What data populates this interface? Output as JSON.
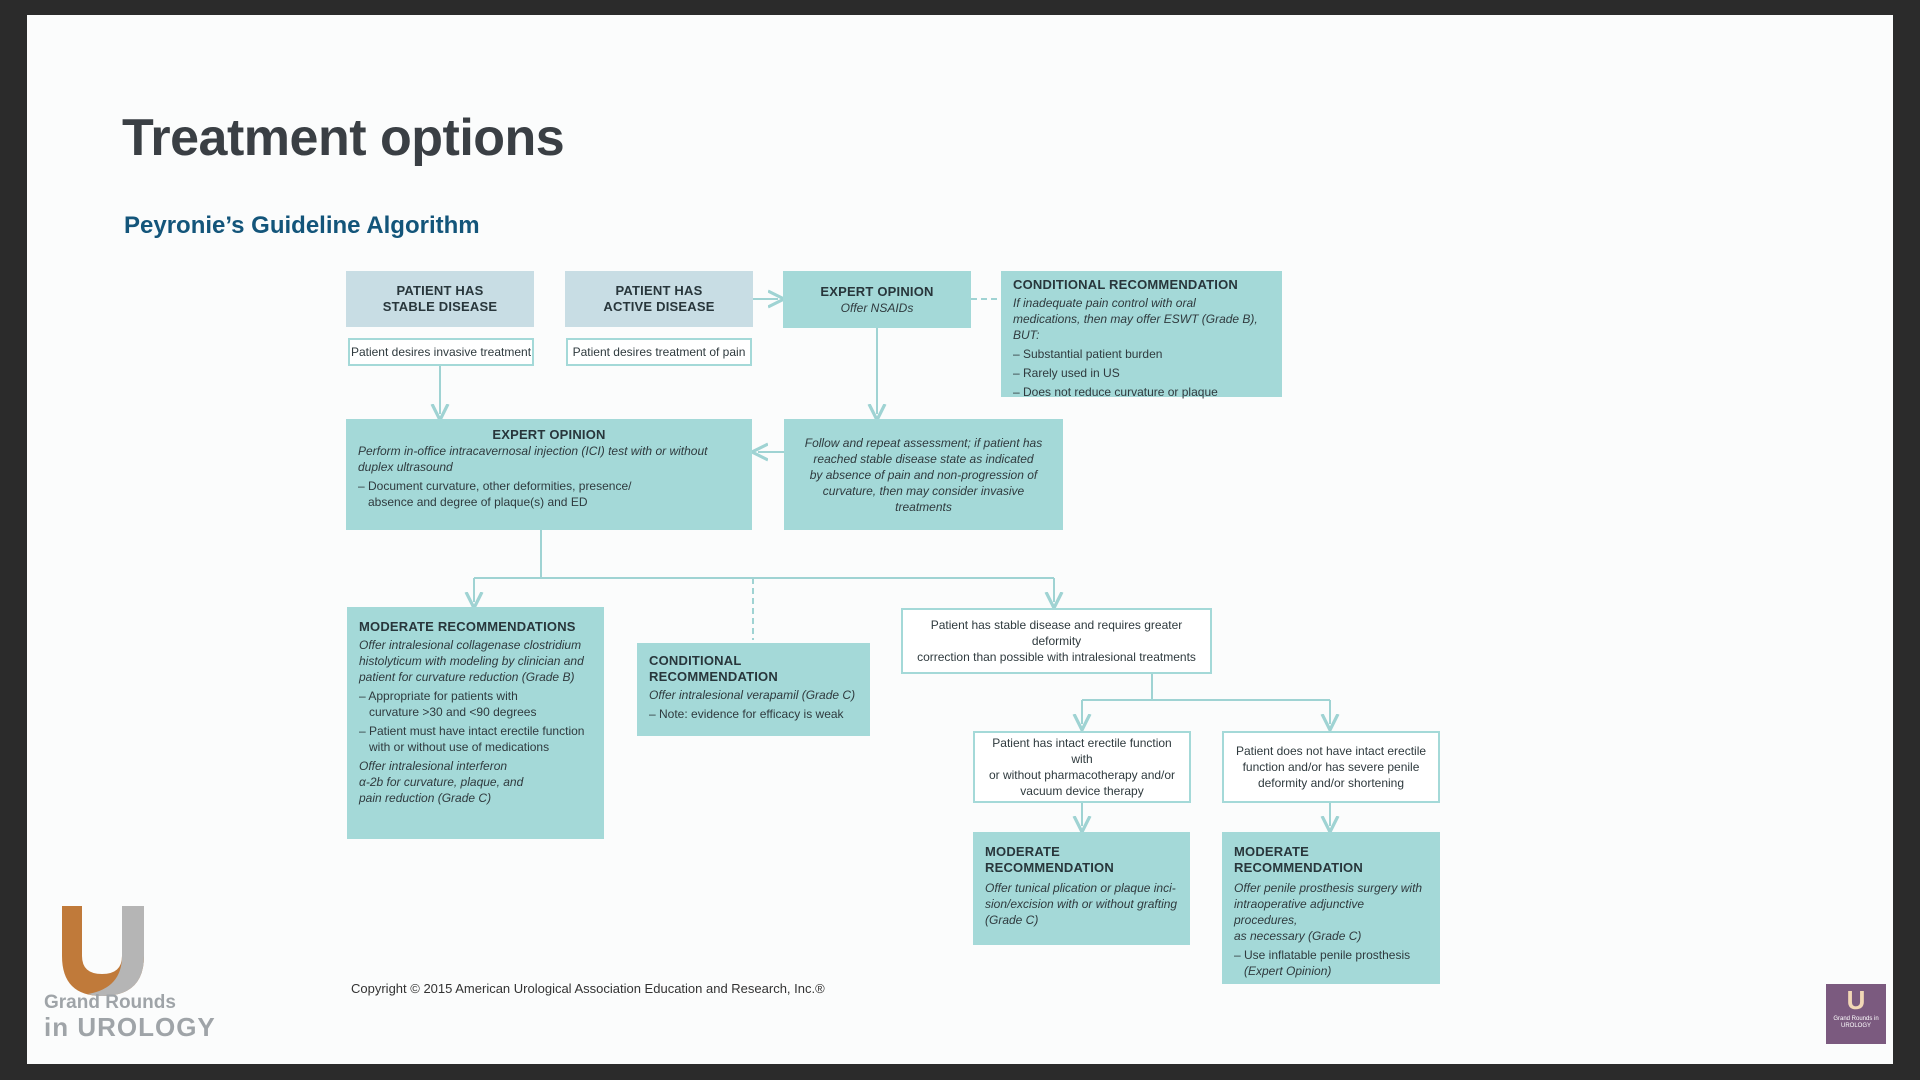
{
  "slide": {
    "title": "Treatment options",
    "subtitle": "Peyronie’s Guideline Algorithm",
    "copyright": "Copyright © 2015 American Urological Association Education and Research, Inc.®"
  },
  "nodes": {
    "stable": {
      "header": "PATIENT HAS\nSTABLE DISEASE",
      "sub": "Patient desires invasive treatment"
    },
    "active": {
      "header": "PATIENT HAS\nACTIVE DISEASE",
      "sub": "Patient desires treatment of pain"
    },
    "expert_nsaid": {
      "header": "EXPERT OPINION",
      "text": "Offer NSAIDs"
    },
    "cond_eswt": {
      "header": "CONDITIONAL RECOMMENDATION",
      "text": "If inadequate pain control with oral\nmedications, then may offer ESWT (Grade B), BUT:",
      "bullets": [
        "– Substantial patient burden",
        "– Rarely used in US",
        "– Does not reduce curvature or plaque"
      ]
    },
    "expert_ici": {
      "header": "EXPERT OPINION",
      "text": "Perform in-office intracavernosal injection (ICI) test with or without\nduplex ultrasound",
      "bullets": [
        "– Document curvature, other deformities, presence/\nabsence and degree of plaque(s) and ED"
      ]
    },
    "follow": {
      "text": "Follow and repeat assessment; if patient has\nreached stable disease state as indicated\nby absence of pain and non-progression of\ncurvature, then may consider invasive treatments"
    },
    "mod_collagenase": {
      "header": "MODERATE RECOMMENDATIONS",
      "text": "Offer intralesional collagenase clostridium\nhistolyticum with modeling by clinician and\npatient for curvature reduction (Grade B)",
      "bullets": [
        "– Appropriate for patients with\ncurvature >30 and <90 degrees",
        "– Patient must have intact erectile function\nwith or without use of medications"
      ],
      "text2": "Offer intralesional interferon\nα-2b for curvature, plaque, and\npain reduction (Grade C)"
    },
    "cond_verapamil": {
      "header": "CONDITIONAL\nRECOMMENDATION",
      "text": "Offer intralesional verapamil (Grade C)",
      "bullets": [
        "– Note: evidence for efficacy is weak"
      ]
    },
    "stable_deformity": {
      "text": "Patient has stable disease and requires greater deformity\ncorrection than possible with intralesional treatments"
    },
    "intact": {
      "text": "Patient has intact erectile function with\nor without pharmacotherapy and/or\nvacuum device therapy"
    },
    "not_intact": {
      "text": "Patient does not have intact erectile\nfunction and/or has severe penile\ndeformity and/or shortening"
    },
    "mod_plication": {
      "header": "MODERATE\nRECOMMENDATION",
      "text": "Offer tunical plication or plaque inci-\nsion/excision with or without grafting\n(Grade C)"
    },
    "mod_prosthesis": {
      "header": "MODERATE\nRECOMMENDATION",
      "text": "Offer penile prosthesis surgery with\nintraoperative adjunctive procedures,\nas necessary (Grade C)",
      "bullets": [
        "– Use inflatable penile prosthesis"
      ],
      "text2": "(Expert Opinion)"
    }
  },
  "logos": {
    "left_line1": "Grand Rounds",
    "left_line2": "in UROLOGY",
    "right_text": "Grand Rounds in UROLOGY",
    "brand_orange": "#c07a3a",
    "brand_purple": "#7b5a7f"
  },
  "colors": {
    "teal": "#a4d9d8",
    "grey_blue": "#c8dde4",
    "title": "#3a3f44",
    "subtitle": "#13557a"
  }
}
